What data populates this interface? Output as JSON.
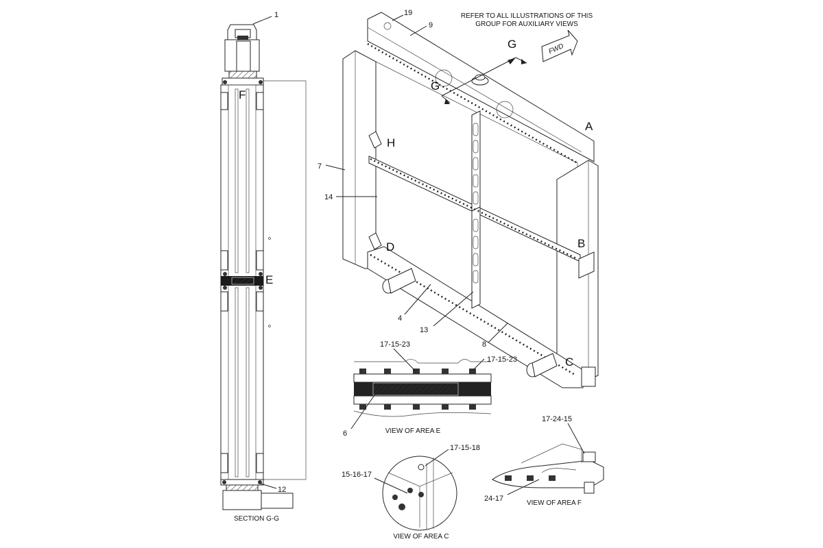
{
  "note": {
    "line1": "REFER TO ALL ILLUSTRATIONS OF THIS",
    "line2": "GROUP FOR AUXILIARY VIEWS"
  },
  "fwd_label": "FWD",
  "callouts": {
    "c1": "1",
    "c4": "4",
    "c6": "6",
    "c7": "7",
    "c8": "8",
    "c9": "9",
    "c12": "12",
    "c13": "13",
    "c14": "14",
    "c19": "19",
    "p17_15_23_a": "17-15-23",
    "p17_15_23_b": "17-15-23",
    "p17_15_18": "17-15-18",
    "p15_16_17": "15-16-17",
    "p17_24_15": "17-24-15",
    "p24_17": "24-17"
  },
  "letters": {
    "A": "A",
    "B": "B",
    "C": "C",
    "D": "D",
    "E": "E",
    "F": "F",
    "G1": "G",
    "G2": "G",
    "H": "H"
  },
  "captions": {
    "section_gg": "SECTION G-G",
    "view_e": "VIEW OF AREA E",
    "view_c": "VIEW OF AREA C",
    "view_f": "VIEW OF AREA F"
  }
}
